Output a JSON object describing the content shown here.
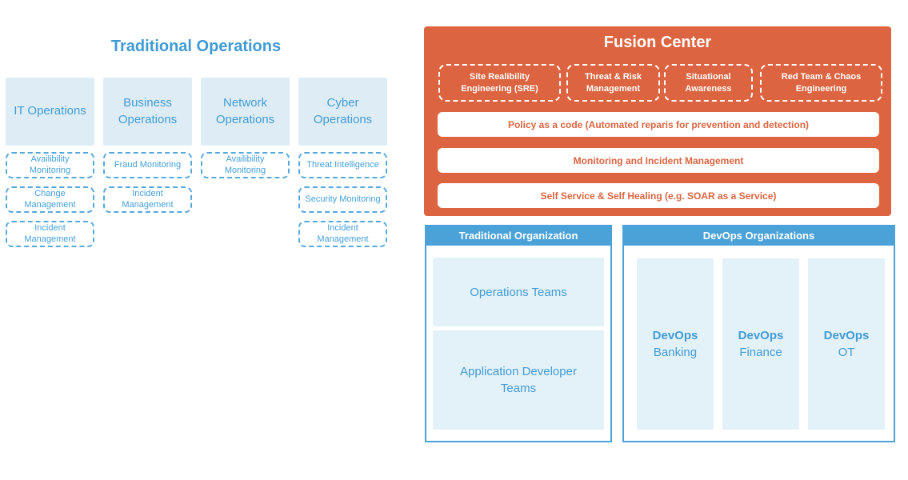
{
  "traditional": {
    "title": "Traditional Operations",
    "columns": [
      {
        "name": "IT Operations",
        "subs": [
          "Availibility Monitoring",
          "Change Management",
          "Incident Management"
        ]
      },
      {
        "name": "Business Operations",
        "subs": [
          "Fraud Monitoring",
          "Incident Management"
        ]
      },
      {
        "name": "Network Operations",
        "subs": [
          "Availibility Monitoring"
        ]
      },
      {
        "name": "Cyber Operations",
        "subs": [
          "Threat Intelligence",
          "Security Monitoring",
          "Incident Management"
        ]
      }
    ]
  },
  "fusion_center": {
    "title": "Fusion Center",
    "pillars": [
      "Site Realibility Engineering (SRE)",
      "Threat & Risk Management",
      "Situational Awareness",
      "Red Team & Chaos Engineering"
    ],
    "bars": [
      "Policy as a code (Automated reparis for prevention and detection)",
      "Monitoring and Incident Management",
      "Self Service & Self Healing (e.g. SOAR as a Service)"
    ]
  },
  "organizations": {
    "traditional": {
      "header": "Traditional Organization",
      "teams": [
        "Operations Teams",
        "Application Developer Teams"
      ]
    },
    "devops": {
      "header": "DevOps Organizations",
      "teams": [
        {
          "line1": "DevOps",
          "line2": "Banking"
        },
        {
          "line1": "DevOps",
          "line2": "Finance"
        },
        {
          "line1": "DevOps",
          "line2": "OT"
        }
      ]
    }
  },
  "colors": {
    "orange": "#dc6440",
    "header_blue": "#4ba2d9",
    "text_blue": "#429cd6",
    "title_blue": "#3f9ad5",
    "dashed_border_blue": "#55a9dd",
    "light_blue_fill": "#deedf5",
    "lighter_blue_fill": "#e3f1f8"
  }
}
